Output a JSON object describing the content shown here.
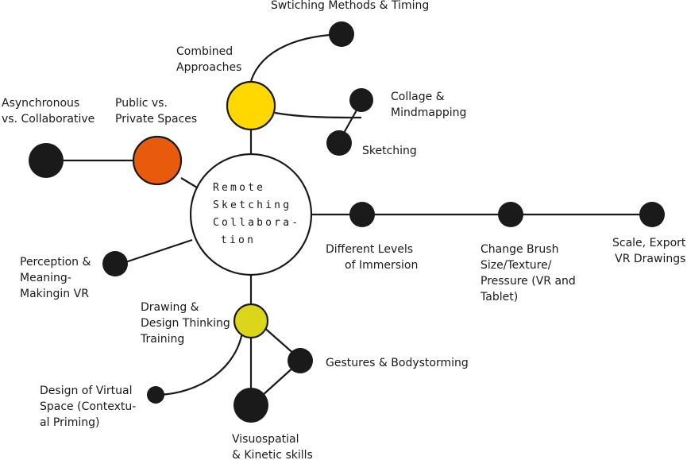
{
  "colors": {
    "stroke": "#1a1a1a",
    "combined_fill": "#ffd800",
    "public_private_fill": "#e85a0c",
    "drawing_fill": "#dcd61a",
    "center_fill": "#ffffff"
  },
  "center": {
    "lines": [
      "Remote",
      "Sketching",
      "Collabora-",
      "tion"
    ]
  },
  "labels": {
    "switching": [
      "Swtiching Methods & Timing"
    ],
    "combined": [
      "Combined",
      "Approaches"
    ],
    "collage": [
      "Collage &",
      "Mindmapping"
    ],
    "sketching": [
      "Sketching"
    ],
    "async": [
      "Asynchronous",
      "vs. Collaborative"
    ],
    "public": [
      "Public vs.",
      "Private Spaces"
    ],
    "immersion": [
      "Different Levels",
      "of Immersion"
    ],
    "brush": [
      "Change Brush",
      "Size/Texture/",
      "Pressure (VR and",
      "Tablet)"
    ],
    "scale": [
      "Scale, Export",
      "VR Drawings"
    ],
    "perception": [
      "Perception &",
      "Meaning-",
      "Makingin VR"
    ],
    "drawing": [
      "Drawing &",
      "Design Thinking",
      "Training"
    ],
    "gestures": [
      "Gestures & Bodystorming"
    ],
    "virtual": [
      "Design of Virtual",
      "Space (Contextu-",
      "al Priming)"
    ],
    "visuo": [
      "Visuospatial",
      "& Kinetic skills"
    ]
  }
}
